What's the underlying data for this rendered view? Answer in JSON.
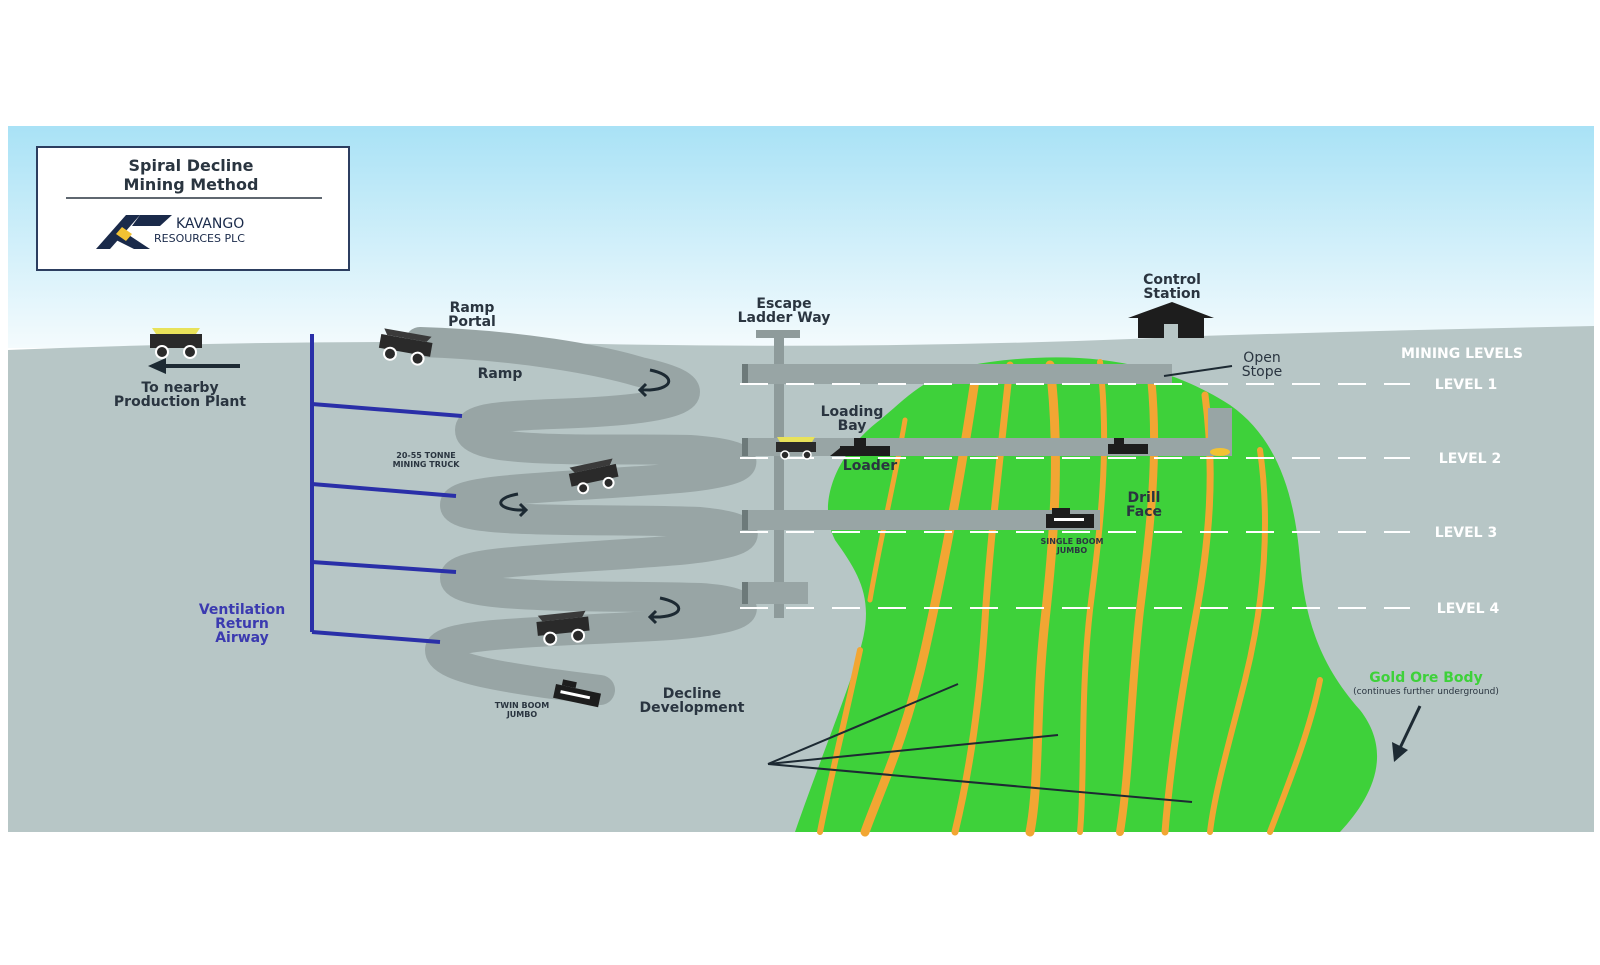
{
  "title_box": {
    "title_line1": "Spiral Decline",
    "title_line2": "Mining Method",
    "logo_name": "KAVANGO",
    "logo_sub": "RESOURCES PLC"
  },
  "labels": {
    "ramp_portal_1": "Ramp",
    "ramp_portal_2": "Portal",
    "escape_1": "Escape",
    "escape_2": "Ladder Way",
    "control_1": "Control",
    "control_2": "Station",
    "open_stope_1": "Open",
    "open_stope_2": "Stope",
    "mining_levels": "MINING LEVELS",
    "level1": "LEVEL 1",
    "level2": "LEVEL 2",
    "level3": "LEVEL 3",
    "level4": "LEVEL 4",
    "to_plant_1": "To nearby",
    "to_plant_2": "Production Plant",
    "ramp": "Ramp",
    "truck_1": "20-55 TONNE",
    "truck_2": "MINING TRUCK",
    "loading_1": "Loading",
    "loading_2": "Bay",
    "loader": "Loader",
    "drill_1": "Drill",
    "drill_2": "Face",
    "jumbo_single_1": "SINGLE BOOM",
    "jumbo_single_2": "JUMBO",
    "vent_1": "Ventilation",
    "vent_2": "Return",
    "vent_3": "Airway",
    "twin_1": "TWIN BOOM",
    "twin_2": "JUMBO",
    "decline_1": "Decline",
    "decline_2": "Development",
    "gold_title": "Gold Ore Body",
    "gold_sub": "(continues further underground)"
  },
  "colors": {
    "sky_top": "#a9e2f6",
    "ground": "#b7c6c6",
    "ore": "#3ed13a",
    "vein": "#f2a633",
    "tunnel": "#98a5a5",
    "vent": "#2a2fa8",
    "text_dark": "#2a3540",
    "text_vent": "#3b3ab0"
  }
}
